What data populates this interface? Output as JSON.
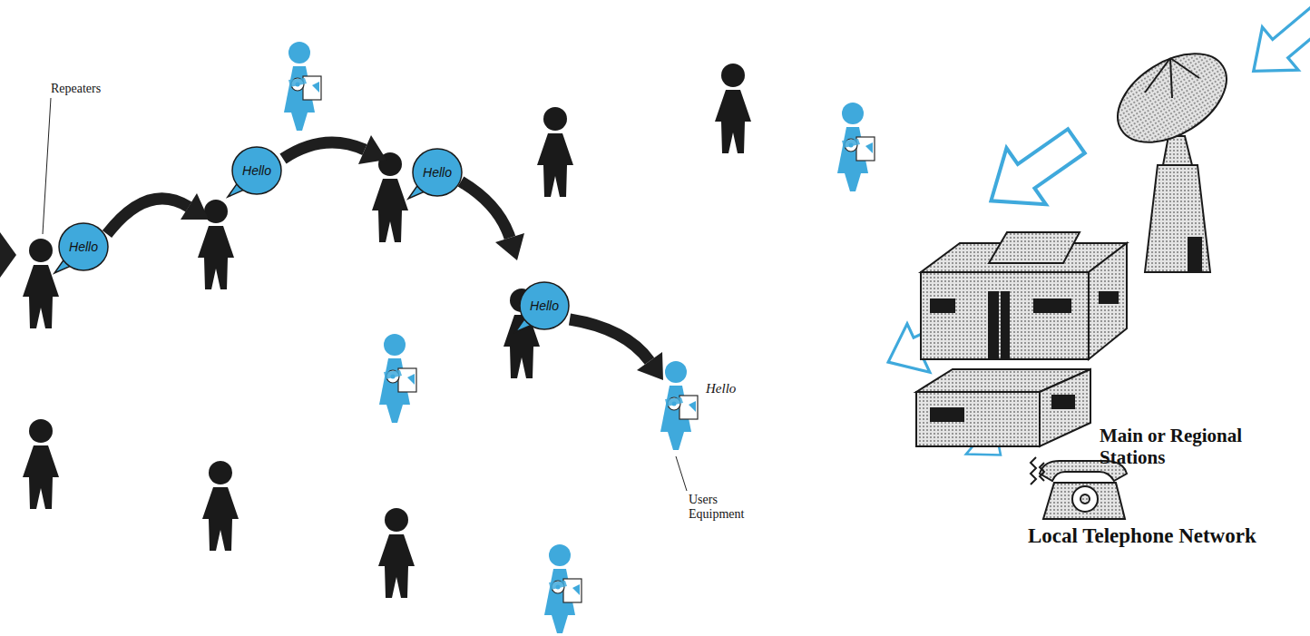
{
  "diagram": {
    "nodes": [
      {
        "text": [
          "Hello"
        ]
      },
      {
        "text": [
          "Hello"
        ]
      },
      {
        "text": [
          "Hello"
        ]
      },
      {
        "text": [
          "Hello"
        ]
      }
    ],
    "labels": [
      "Repeaters",
      "Hello",
      "Users Equipment",
      "Main or Regional Stations",
      "Local Telephone Network"
    ]
  }
}
